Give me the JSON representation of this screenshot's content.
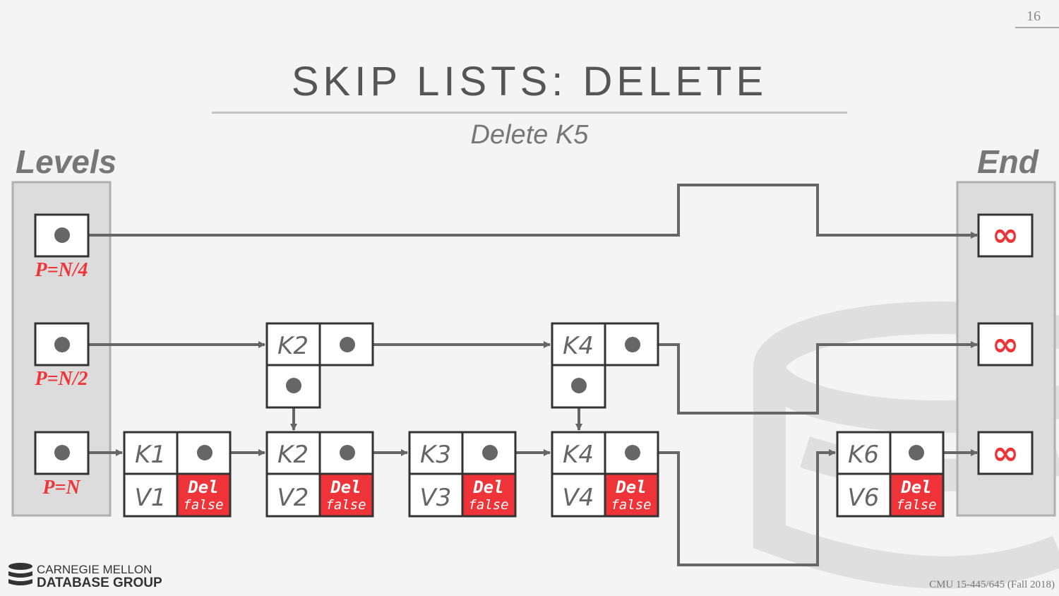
{
  "page_number": "16",
  "title": "SKIP LISTS: DELETE",
  "subtitle": "Delete K5",
  "levels_label": "Levels",
  "end_label": "End",
  "level_labels": [
    "P=N/4",
    "P=N/2",
    "P=N"
  ],
  "end_symbol": "∞",
  "level2_keys": [
    "K2",
    "K4"
  ],
  "level1_nodes": [
    {
      "key": "K1",
      "value": "V1",
      "flag_label": "Del",
      "flag_value": "false"
    },
    {
      "key": "K2",
      "value": "V2",
      "flag_label": "Del",
      "flag_value": "false"
    },
    {
      "key": "K3",
      "value": "V3",
      "flag_label": "Del",
      "flag_value": "false"
    },
    {
      "key": "K4",
      "value": "V4",
      "flag_label": "Del",
      "flag_value": "false"
    },
    {
      "key": "K6",
      "value": "V6",
      "flag_label": "Del",
      "flag_value": "false"
    }
  ],
  "logo": {
    "line1": "CARNEGIE MELLON",
    "line2": "DATABASE GROUP"
  },
  "course": "CMU 15-445/645 (Fall 2018)",
  "colors": {
    "accent_red": "#ee3438",
    "line": "#666666",
    "box_border": "#333333"
  }
}
